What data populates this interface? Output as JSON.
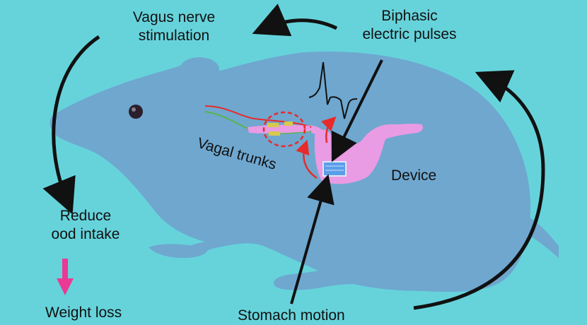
{
  "labels": {
    "vagus_line1": "Vagus nerve",
    "vagus_line2": "stimulation",
    "pulses_line1": "Biphasic",
    "pulses_line2": "electric pulses",
    "vagal_trunks": "Vagal trunks",
    "device": "Device",
    "reduce_line1": "Reduce",
    "reduce_line2": "ood intake",
    "weight_loss": "Weight loss",
    "stomach_motion": "Stomach motion"
  },
  "colors": {
    "background": "#66d3db",
    "rat_body": "#6fa7cf",
    "stomach": "#e99be3",
    "pulse_arrow": "#ea3a93",
    "nerve_red": "#e82a2a",
    "nerve_green": "#58b54a"
  }
}
